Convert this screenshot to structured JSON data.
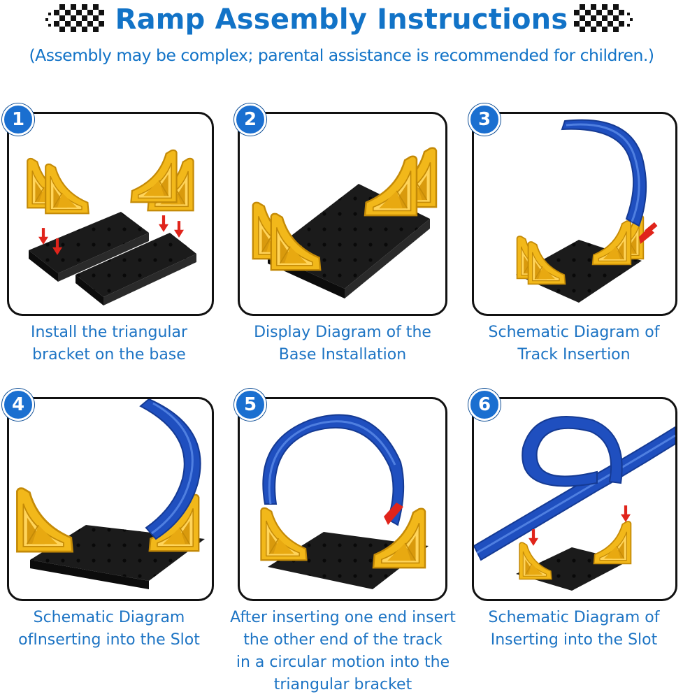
{
  "header": {
    "title": "Ramp Assembly Instructions",
    "subtitle": "(Assembly may be complex; parental assistance is recommended for children.)"
  },
  "steps": [
    {
      "number": "1",
      "caption": [
        "Install the triangular",
        "bracket on the base"
      ]
    },
    {
      "number": "2",
      "caption": [
        "Display Diagram of the",
        "Base Installation"
      ]
    },
    {
      "number": "3",
      "caption": [
        "Schematic Diagram of",
        "Track Insertion"
      ]
    },
    {
      "number": "4",
      "caption": [
        "Schematic Diagram",
        "ofInserting into the Slot"
      ]
    },
    {
      "number": "5",
      "caption": [
        "After inserting one end insert",
        "the other end of the track",
        "in a circular motion into the",
        "triangular bracket"
      ]
    },
    {
      "number": "6",
      "caption": [
        "Schematic Diagram of",
        "Inserting into the Slot"
      ]
    }
  ],
  "colors": {
    "title_blue": "#1273c7",
    "badge_blue": "#1a6fd0",
    "bracket_yellow": "#f2b81a",
    "track_blue": "#1f4fbf",
    "base_black": "#1b1b1b",
    "arrow_red": "#e0241b"
  }
}
